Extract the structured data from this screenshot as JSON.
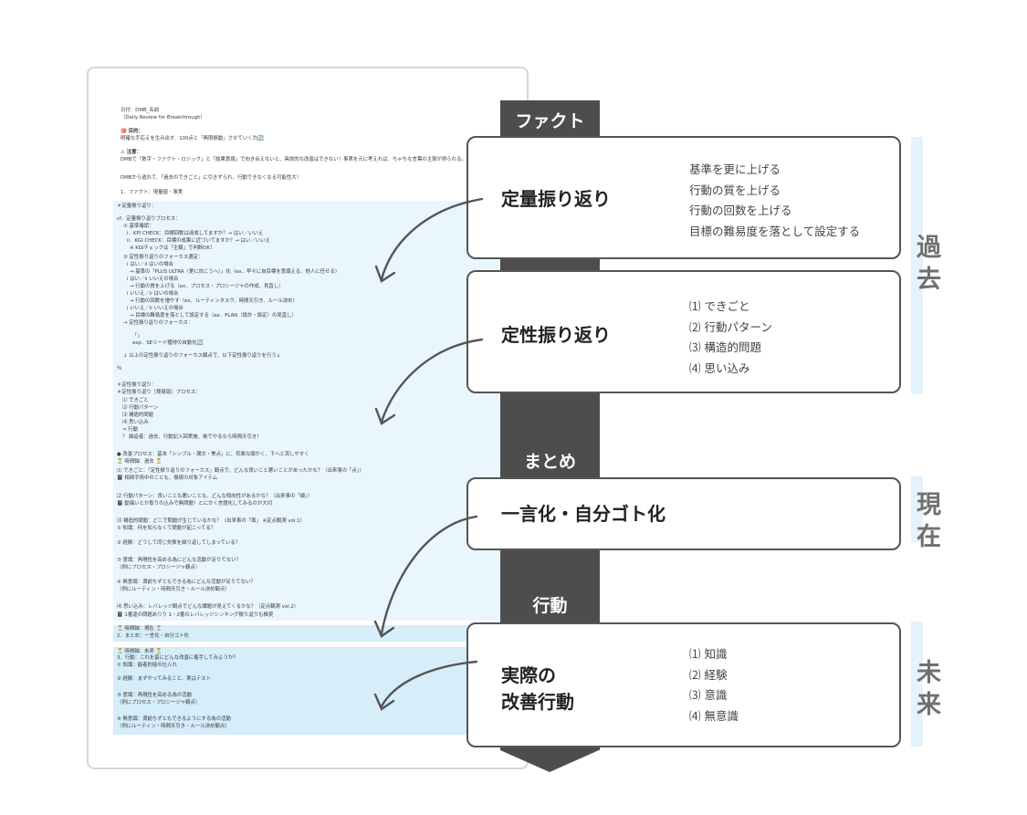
{
  "document": {
    "lines": [
      "日付：DMB_名前",
      "（Daily Review for Breakthrough）",
      "🎯 目的：",
      "明確な手応えを生み出す、100点と「無限振動」させていく为🔄",
      "⚠ 注意：",
      "DMBで「数字・ファクト・ロジック」と「結果意識」で向き合えないと、具体的な改善はできない！事実を元に考えれば、ちゃちな言葉の主張が得られる。",
      "DMBから逃れて、「過去のできごと」に引きずられ、行動できなくなる可能性大！",
      "1．ファクト：現量値・事実",
      "＊定量振り返り：",
      "cf．定量振り返りプロセス：",
      "① 基準確認：",
      "i．KPI CHECK：目標回数は達成してますか？→ はい／いいえ",
      "ii．KGI CHECK：目標の成果に近づいてますか？→ はい／いいえ",
      "※ KGIチェックは「主観」で判断OK！",
      "② 定性振り返りのフォーカス選定：",
      "i はい／ii はいの場合",
      "→ 基準の「PLUS ULTRA（更に向こうへ）」化（ex．早々に自目標を意識える、他人に任せる）",
      "i はい／ii いいえの場合",
      "→ 行動の質を上げる（ex．プロセス・プロシージャの作成、見直し）",
      "i いいえ／ii はいの場合",
      "→ 行動の回数を増やす（ex．ルーティンタスク、時間天引き、ルール決め）",
      "i いいえ／ii いいえの場合",
      "→ 目標の難易度を落として設定する（ex．PLAN（設計・設定）の見直し）",
      "→ 定性振り返りのフォーカス：",
      "「」",
      "exp．SEリード獲得の自動化🔄",
      "↓ 以上の定性振り返りのフォーカス観点で、以下定性振り返りを行う↓",
      "％",
      "＊定性振り返り：",
      "＊定性振り返り［簡易版］プロセス：",
      "⑴ できごと",
      "⑵ 行動パターン",
      "⑶ 構造的問題",
      "⑷ 思い込み",
      "⇒ 行動",
      "？ 繰返者：過去、行動記入回実施、後でやるなら時間天引き！",
      "● 改善プロセス：基本「シンプル・潤文・焦点」に、気楽な順かく、下へと流しやすく",
      "⏳ 時間軸：過去 ⏳",
      "⑴ できごと：「定性振り返りのフォーカス」観点で、どんな良いこと悪いことがあったかな？（出来事の「点」）",
      "📓 相関手術中のことも、振続の対象アイテム",
      "⑵ 行動パターン：良いことも悪いことも、どんな傾向性があるかな？（出来事の「線」）",
      "📓 動揺いとか取りの込みで無問題！とにかく言語化してみるのが大切",
      "⑶ 構造的問題：どこで問題が生じているかな？（出来事の「面」 ※定点観測 vol.1）",
      "① 知識：何を知らなくて問題が起こってる？",
      "② 経験：どうして同じ失敗を繰り返してしまっている？",
      "③ 意識：再現性を高める為にどんな活動が足りてない？",
      "（例にプロセス・プロシージャ観点）",
      "④ 無意識：満前ちずともできる為にどんな活動が足りてない？",
      "（例にルーティン・時間天引き・ルール決め観点）",
      "⑷ 思い込み：レバレッジ観点でどんな課題が見えてくるかな？（定点観測 vol.2）",
      "📓 1番違の問題ありり 1・2番のレバレッジシンキング振り返りも推奨",
      "⏳ 時間軸：現在 ⏳",
      "2．まとめ：一言化・自分ゴト化",
      "⏳ 時間軸：未来 ⏳",
      "3．行動：これを基にどんな改善に着手してみようか？",
      "① 知識：能者的徒の仕入れ",
      "② 経験：まずやってみること、実はテスト",
      "③ 意識：再現性を高める為の活動",
      "（例にプロセス・プロシージャ観点）",
      "④ 無意識：満前ちずともできるようにする為の活動",
      "（例にルーティン・時間天引き・ルール決め観点）"
    ]
  },
  "stages": {
    "fact": "ファクト",
    "summary": "まとめ",
    "action": "行動"
  },
  "boxes": {
    "quantitative": {
      "title": "定量振り返り",
      "items": [
        "基準を更に上げる",
        "行動の質を上げる",
        "行動の回数を上げる",
        "目標の難易度を落として設定する"
      ]
    },
    "qualitative": {
      "title": "定性振り返り",
      "items": [
        "⑴ できごと",
        "⑵ 行動パターン",
        "⑶ 構造的問題",
        "⑷ 思い込み"
      ]
    },
    "summary": {
      "title": "一言化・自分ゴト化"
    },
    "action": {
      "title_line1": "実際の",
      "title_line2": "改善行動",
      "items": [
        "⑴ 知識",
        "⑵ 経験",
        "⑶ 意識",
        "⑷ 無意識"
      ]
    }
  },
  "timeline": {
    "past": "過去",
    "present": "現在",
    "future": "未来"
  },
  "colors": {
    "spine": "#4d4d4d",
    "box_border": "#555555",
    "band": "#e3f2fb",
    "highlight_light": "#eaf6fd",
    "highlight_dark": "#d6edfa"
  }
}
